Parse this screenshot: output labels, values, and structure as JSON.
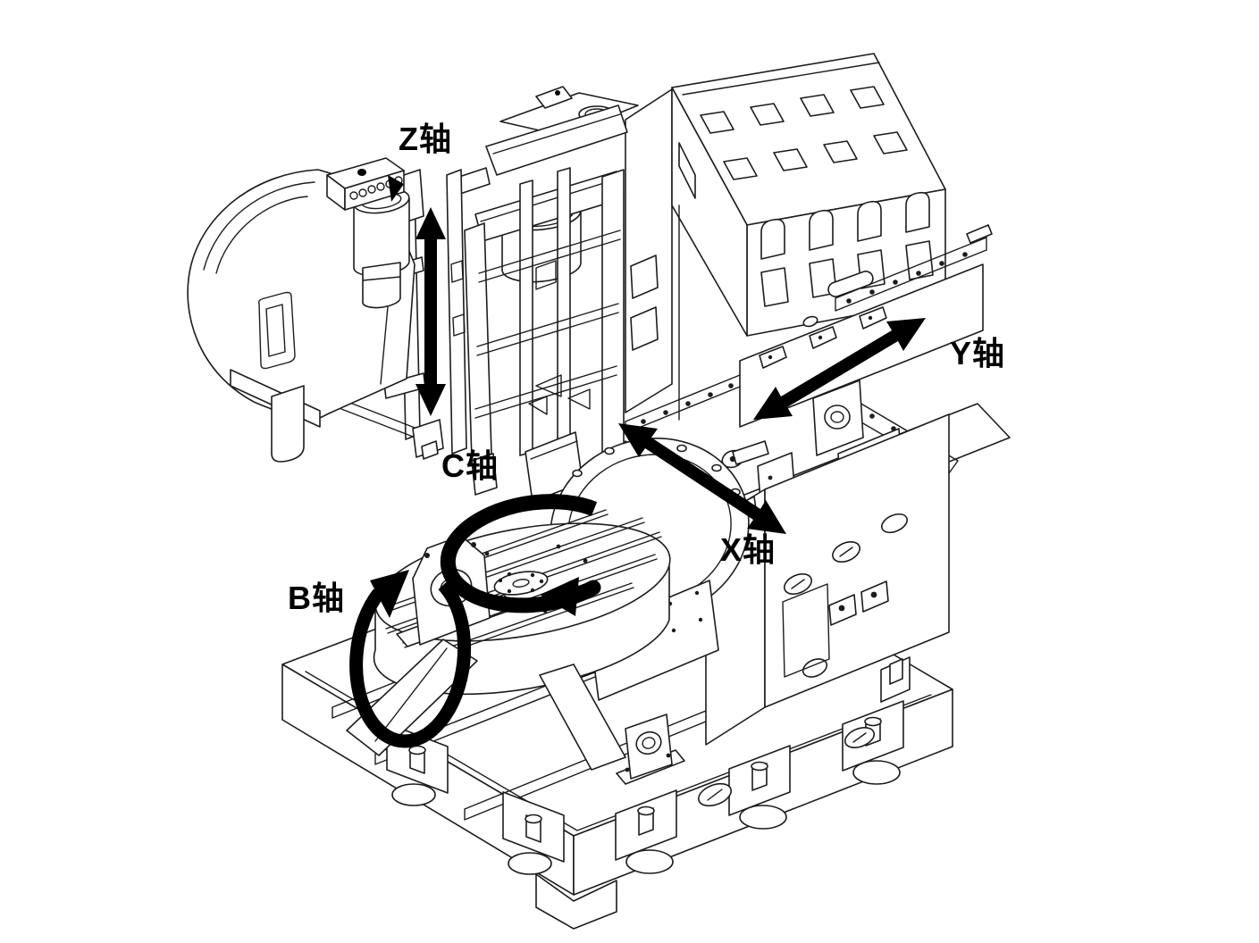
{
  "page": {
    "background_color": "#ffffff",
    "line_color": "#1c1c1c",
    "arrow_color": "#000000",
    "label_color": "#000000"
  },
  "diagram": {
    "kind": "isometric CAD line drawing",
    "subject": "5-axis machine tool axis layout",
    "axes": [
      {
        "id": "Z",
        "label": "Z轴",
        "type": "linear",
        "indicator": "vertical double-headed arrow"
      },
      {
        "id": "Y",
        "label": "Y轴",
        "type": "linear",
        "indicator": "diagonal double-headed arrow up-right"
      },
      {
        "id": "X",
        "label": "X轴",
        "type": "linear",
        "indicator": "diagonal double-headed arrow down-right"
      },
      {
        "id": "C",
        "label": "C轴",
        "type": "rotary",
        "indicator": "horizontal circular arrow over rotary table"
      },
      {
        "id": "B",
        "label": "B轴",
        "type": "rotary",
        "indicator": "vertical circular arrow at trunnion"
      }
    ]
  }
}
